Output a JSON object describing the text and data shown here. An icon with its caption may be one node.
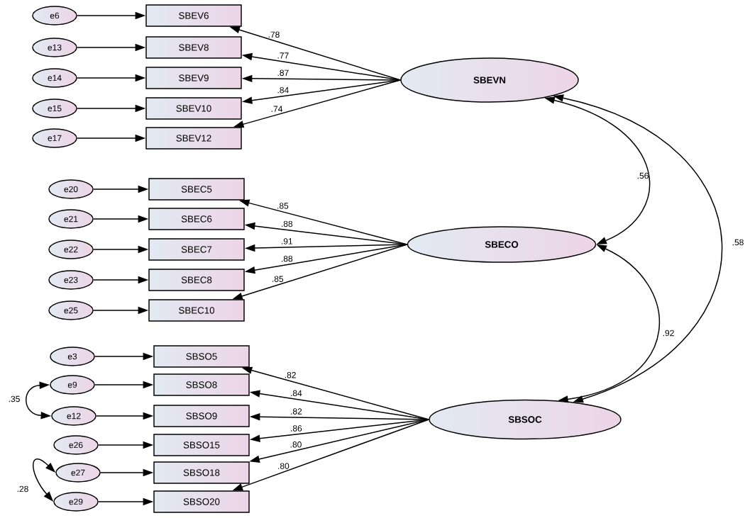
{
  "diagram": {
    "nodes": [
      {
        "text": [
          "e6"
        ]
      },
      {
        "text": [
          "SBEV6"
        ]
      },
      {
        "text": [
          "e13"
        ]
      },
      {
        "text": [
          "SBEV8"
        ]
      },
      {
        "text": [
          "e14"
        ]
      },
      {
        "text": [
          "SBEV9"
        ]
      },
      {
        "text": [
          "e15"
        ]
      },
      {
        "text": [
          "SBEV10"
        ]
      },
      {
        "text": [
          "e17"
        ]
      },
      {
        "text": [
          "SBEV12"
        ]
      },
      {
        "text": [
          "SBEVN"
        ]
      },
      {
        "text": [
          "e20"
        ]
      },
      {
        "text": [
          "SBEC5"
        ]
      },
      {
        "text": [
          "e21"
        ]
      },
      {
        "text": [
          "SBEC6"
        ]
      },
      {
        "text": [
          "e22"
        ]
      },
      {
        "text": [
          "SBEC7"
        ]
      },
      {
        "text": [
          "e23"
        ]
      },
      {
        "text": [
          "SBEC8"
        ]
      },
      {
        "text": [
          "e25"
        ]
      },
      {
        "text": [
          "SBEC10"
        ]
      },
      {
        "text": [
          "SBECO"
        ]
      },
      {
        "text": [
          "e3"
        ]
      },
      {
        "text": [
          "SBSO5"
        ]
      },
      {
        "text": [
          "e9"
        ]
      },
      {
        "text": [
          "SBSO8"
        ]
      },
      {
        "text": [
          "e12"
        ]
      },
      {
        "text": [
          "SBSO9"
        ]
      },
      {
        "text": [
          "e26"
        ]
      },
      {
        "text": [
          "SBSO15"
        ]
      },
      {
        "text": [
          "e27"
        ]
      },
      {
        "text": [
          "SBSO18"
        ]
      },
      {
        "text": [
          "e29"
        ]
      },
      {
        "text": [
          "SBSO20"
        ]
      },
      {
        "text": [
          "SBSOC"
        ]
      }
    ],
    "edges": [
      {
        "from": 0,
        "to": 1,
        "arrow": "to"
      },
      {
        "from": 2,
        "to": 3,
        "arrow": "to"
      },
      {
        "from": 4,
        "to": 5,
        "arrow": "to"
      },
      {
        "from": 6,
        "to": 7,
        "arrow": "to"
      },
      {
        "from": 8,
        "to": 9,
        "arrow": "to"
      },
      {
        "from": 10,
        "to": 1,
        "arrow": "to",
        "label": ".78"
      },
      {
        "from": 10,
        "to": 3,
        "arrow": "to",
        "label": ".77"
      },
      {
        "from": 10,
        "to": 5,
        "arrow": "to",
        "label": ".87"
      },
      {
        "from": 10,
        "to": 7,
        "arrow": "to",
        "label": ".84"
      },
      {
        "from": 10,
        "to": 9,
        "arrow": "to",
        "label": ".74"
      },
      {
        "from": 11,
        "to": 12,
        "arrow": "to"
      },
      {
        "from": 13,
        "to": 14,
        "arrow": "to"
      },
      {
        "from": 15,
        "to": 16,
        "arrow": "to"
      },
      {
        "from": 17,
        "to": 18,
        "arrow": "to"
      },
      {
        "from": 19,
        "to": 20,
        "arrow": "to"
      },
      {
        "from": 21,
        "to": 12,
        "arrow": "to",
        "label": ".85"
      },
      {
        "from": 21,
        "to": 14,
        "arrow": "to",
        "label": ".88"
      },
      {
        "from": 21,
        "to": 16,
        "arrow": "to",
        "label": ".91"
      },
      {
        "from": 21,
        "to": 18,
        "arrow": "to",
        "label": ".88"
      },
      {
        "from": 21,
        "to": 20,
        "arrow": "to",
        "label": ".85"
      },
      {
        "from": 22,
        "to": 23,
        "arrow": "to"
      },
      {
        "from": 24,
        "to": 25,
        "arrow": "to"
      },
      {
        "from": 26,
        "to": 27,
        "arrow": "to"
      },
      {
        "from": 28,
        "to": 29,
        "arrow": "to"
      },
      {
        "from": 30,
        "to": 31,
        "arrow": "to"
      },
      {
        "from": 32,
        "to": 33,
        "arrow": "to"
      },
      {
        "from": 34,
        "to": 23,
        "arrow": "to",
        "label": ".82"
      },
      {
        "from": 34,
        "to": 25,
        "arrow": "to",
        "label": ".84"
      },
      {
        "from": 34,
        "to": 27,
        "arrow": "to",
        "label": ".82"
      },
      {
        "from": 34,
        "to": 29,
        "arrow": "to",
        "label": ".86"
      },
      {
        "from": 34,
        "to": 31,
        "arrow": "to",
        "label": ".80"
      },
      {
        "from": 34,
        "to": 33,
        "arrow": "to",
        "label": ".80"
      },
      {
        "from": 10,
        "to": 21,
        "arrow": "both",
        "label": ".56"
      },
      {
        "from": 21,
        "to": 34,
        "arrow": "both",
        "label": ".92"
      },
      {
        "from": 10,
        "to": 34,
        "arrow": "both",
        "label": ".58"
      },
      {
        "from": 24,
        "to": 26,
        "arrow": "both",
        "label": ".35"
      },
      {
        "from": 30,
        "to": 32,
        "arrow": "both",
        "label": ".28"
      }
    ]
  }
}
